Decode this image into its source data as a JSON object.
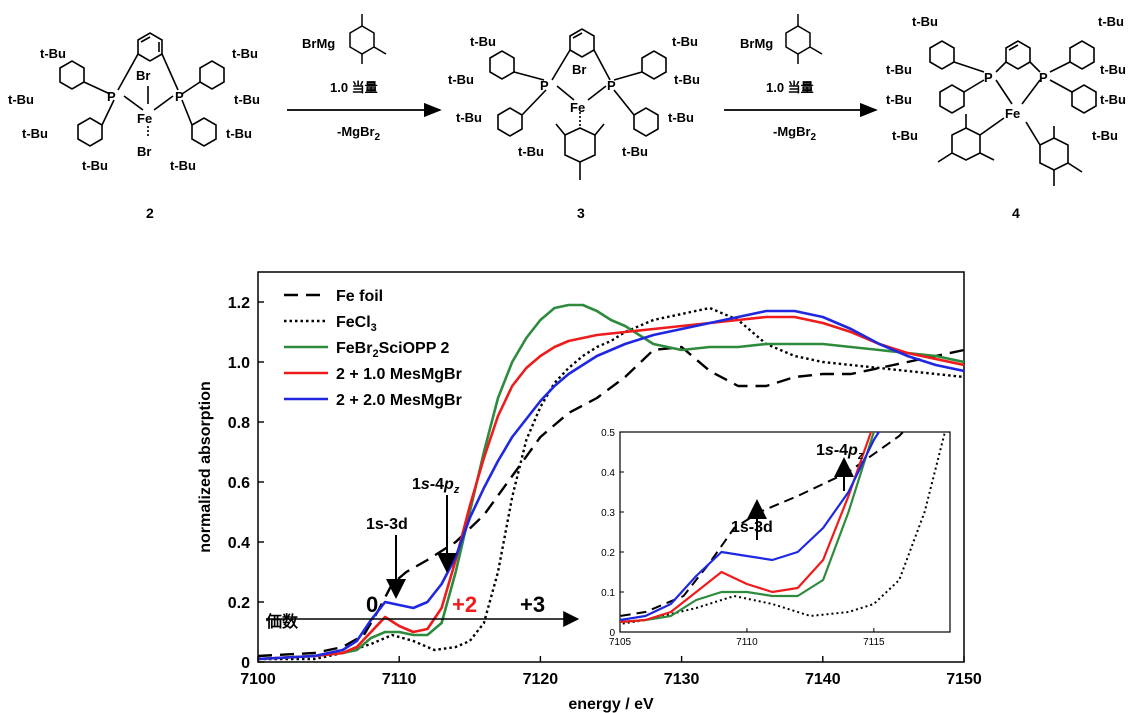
{
  "scheme": {
    "compound_labels": [
      "2",
      "3",
      "4"
    ],
    "arrow1": {
      "reagent": "BrMg",
      "equiv": "1.0 当量",
      "byproduct": "-MgBr",
      "byproduct_sub": "2"
    },
    "arrow2": {
      "reagent": "BrMg",
      "equiv": "1.0 当量",
      "byproduct": "-MgBr",
      "byproduct_sub": "2"
    },
    "atoms": {
      "tbu": "t-Bu",
      "p": "P",
      "fe": "Fe",
      "br": "Br"
    }
  },
  "chart_data": {
    "type": "line",
    "xlabel": "energy / eV",
    "ylabel": "normalized absorption",
    "xlim": [
      7100,
      7150
    ],
    "ylim": [
      0,
      1.3
    ],
    "xticks": [
      7100,
      7110,
      7120,
      7130,
      7140,
      7150
    ],
    "yticks": [
      0,
      0.2,
      0.4,
      0.6,
      0.8,
      1.0,
      1.2
    ],
    "ytick_labels": [
      "0",
      "0.2",
      "0.4",
      "0.6",
      "0.8",
      "1.0",
      "1.2"
    ],
    "legend": [
      {
        "label": "Fe foil",
        "color": "#000000",
        "style": "dashed"
      },
      {
        "label": "FeCl",
        "sub": "3",
        "color": "#000000",
        "style": "dotted"
      },
      {
        "label": "FeBr",
        "sub": "2",
        "label_tail": "SciOPP 2",
        "color": "#2e8b3e",
        "style": "solid"
      },
      {
        "label": "2 + 1.0 MesMgBr",
        "color": "#ee1c1c",
        "style": "solid"
      },
      {
        "label": "2 + 2.0 MesMgBr",
        "color": "#1f28e0",
        "style": "solid"
      }
    ],
    "series": [
      {
        "name": "Fe foil",
        "color": "#000000",
        "style": "dashed",
        "x": [
          7100,
          7104,
          7106,
          7107.5,
          7108.5,
          7109.5,
          7110.5,
          7112,
          7114,
          7116,
          7118,
          7120,
          7122,
          7124,
          7126,
          7128,
          7130,
          7132,
          7134,
          7136,
          7138,
          7140,
          7142,
          7144,
          7146,
          7148,
          7150
        ],
        "y": [
          0.02,
          0.03,
          0.05,
          0.09,
          0.17,
          0.26,
          0.3,
          0.34,
          0.4,
          0.49,
          0.62,
          0.75,
          0.83,
          0.88,
          0.95,
          1.04,
          1.05,
          0.97,
          0.92,
          0.92,
          0.95,
          0.96,
          0.96,
          0.98,
          1.0,
          1.02,
          1.04
        ]
      },
      {
        "name": "FeCl3",
        "color": "#000000",
        "style": "dotted",
        "x": [
          7100,
          7104,
          7106,
          7108,
          7109.5,
          7111,
          7112.5,
          7114,
          7115,
          7116,
          7117,
          7118,
          7119,
          7120,
          7121,
          7122,
          7123,
          7124,
          7125,
          7126,
          7128,
          7130,
          7132,
          7134,
          7136,
          7138,
          7140,
          7142,
          7144,
          7146,
          7148,
          7150
        ],
        "y": [
          0.01,
          0.01,
          0.03,
          0.06,
          0.09,
          0.07,
          0.04,
          0.05,
          0.07,
          0.13,
          0.3,
          0.55,
          0.74,
          0.85,
          0.93,
          0.98,
          1.02,
          1.05,
          1.07,
          1.1,
          1.14,
          1.16,
          1.18,
          1.14,
          1.06,
          1.02,
          1.0,
          0.99,
          0.98,
          0.97,
          0.96,
          0.95
        ]
      },
      {
        "name": "FeBr2SciOPP 2",
        "color": "#2e8b3e",
        "style": "solid",
        "x": [
          7100,
          7104,
          7106,
          7107,
          7108,
          7109,
          7110,
          7111,
          7112,
          7113,
          7114,
          7115,
          7116,
          7117,
          7118,
          7119,
          7120,
          7121,
          7122,
          7123,
          7124,
          7125,
          7126,
          7127,
          7128,
          7130,
          7132,
          7134,
          7136,
          7138,
          7140,
          7142,
          7144,
          7146,
          7148,
          7150
        ],
        "y": [
          0.01,
          0.02,
          0.03,
          0.04,
          0.08,
          0.1,
          0.1,
          0.09,
          0.09,
          0.13,
          0.3,
          0.5,
          0.7,
          0.88,
          1.0,
          1.08,
          1.14,
          1.18,
          1.19,
          1.19,
          1.17,
          1.14,
          1.12,
          1.09,
          1.06,
          1.04,
          1.05,
          1.05,
          1.06,
          1.06,
          1.06,
          1.05,
          1.04,
          1.03,
          1.02,
          1.0
        ]
      },
      {
        "name": "2 + 1.0 MesMgBr",
        "color": "#ee1c1c",
        "style": "solid",
        "x": [
          7100,
          7104,
          7106,
          7107,
          7108,
          7109,
          7110,
          7111,
          7112,
          7113,
          7114,
          7115,
          7116,
          7117,
          7118,
          7119,
          7120,
          7121,
          7122,
          7124,
          7126,
          7128,
          7130,
          7132,
          7134,
          7136,
          7138,
          7140,
          7142,
          7144,
          7146,
          7148,
          7150
        ],
        "y": [
          0.01,
          0.02,
          0.03,
          0.05,
          0.1,
          0.15,
          0.12,
          0.1,
          0.11,
          0.18,
          0.34,
          0.52,
          0.68,
          0.82,
          0.92,
          0.98,
          1.02,
          1.05,
          1.07,
          1.09,
          1.1,
          1.11,
          1.12,
          1.13,
          1.14,
          1.15,
          1.15,
          1.13,
          1.1,
          1.06,
          1.03,
          1.01,
          0.99
        ]
      },
      {
        "name": "2 + 2.0 MesMgBr",
        "color": "#1f28e0",
        "style": "solid",
        "x": [
          7100,
          7104,
          7106,
          7107,
          7108,
          7109,
          7110,
          7111,
          7112,
          7113,
          7114,
          7115,
          7116,
          7117,
          7118,
          7119,
          7120,
          7121,
          7122,
          7124,
          7126,
          7128,
          7130,
          7132,
          7134,
          7136,
          7138,
          7140,
          7142,
          7144,
          7146,
          7148,
          7150
        ],
        "y": [
          0.01,
          0.02,
          0.04,
          0.07,
          0.14,
          0.2,
          0.19,
          0.18,
          0.2,
          0.26,
          0.35,
          0.48,
          0.58,
          0.67,
          0.75,
          0.81,
          0.87,
          0.92,
          0.96,
          1.02,
          1.06,
          1.09,
          1.11,
          1.13,
          1.15,
          1.17,
          1.17,
          1.15,
          1.11,
          1.06,
          1.02,
          0.99,
          0.97
        ]
      }
    ],
    "annotations": {
      "label_1s3d": "1s-3d",
      "label_1s4pz_a": "1",
      "label_1s4pz_b": "s",
      "label_1s4pz_c": "-4",
      "label_1s4pz_d": "p",
      "label_1s4pz_e": "z",
      "valence_label": "価数",
      "ox0": "0",
      "ox2": "+2",
      "ox3": "+3"
    },
    "inset": {
      "xlim": [
        7105,
        7118
      ],
      "ylim": [
        0,
        0.5
      ],
      "xticks": [
        7105,
        7110,
        7115
      ],
      "yticks": [
        0,
        0.1,
        0.2,
        0.3,
        0.4,
        0.5
      ],
      "ytick_labels": [
        "0",
        "0.1",
        "0.2",
        "0.3",
        "0.4",
        "0.5"
      ]
    }
  }
}
